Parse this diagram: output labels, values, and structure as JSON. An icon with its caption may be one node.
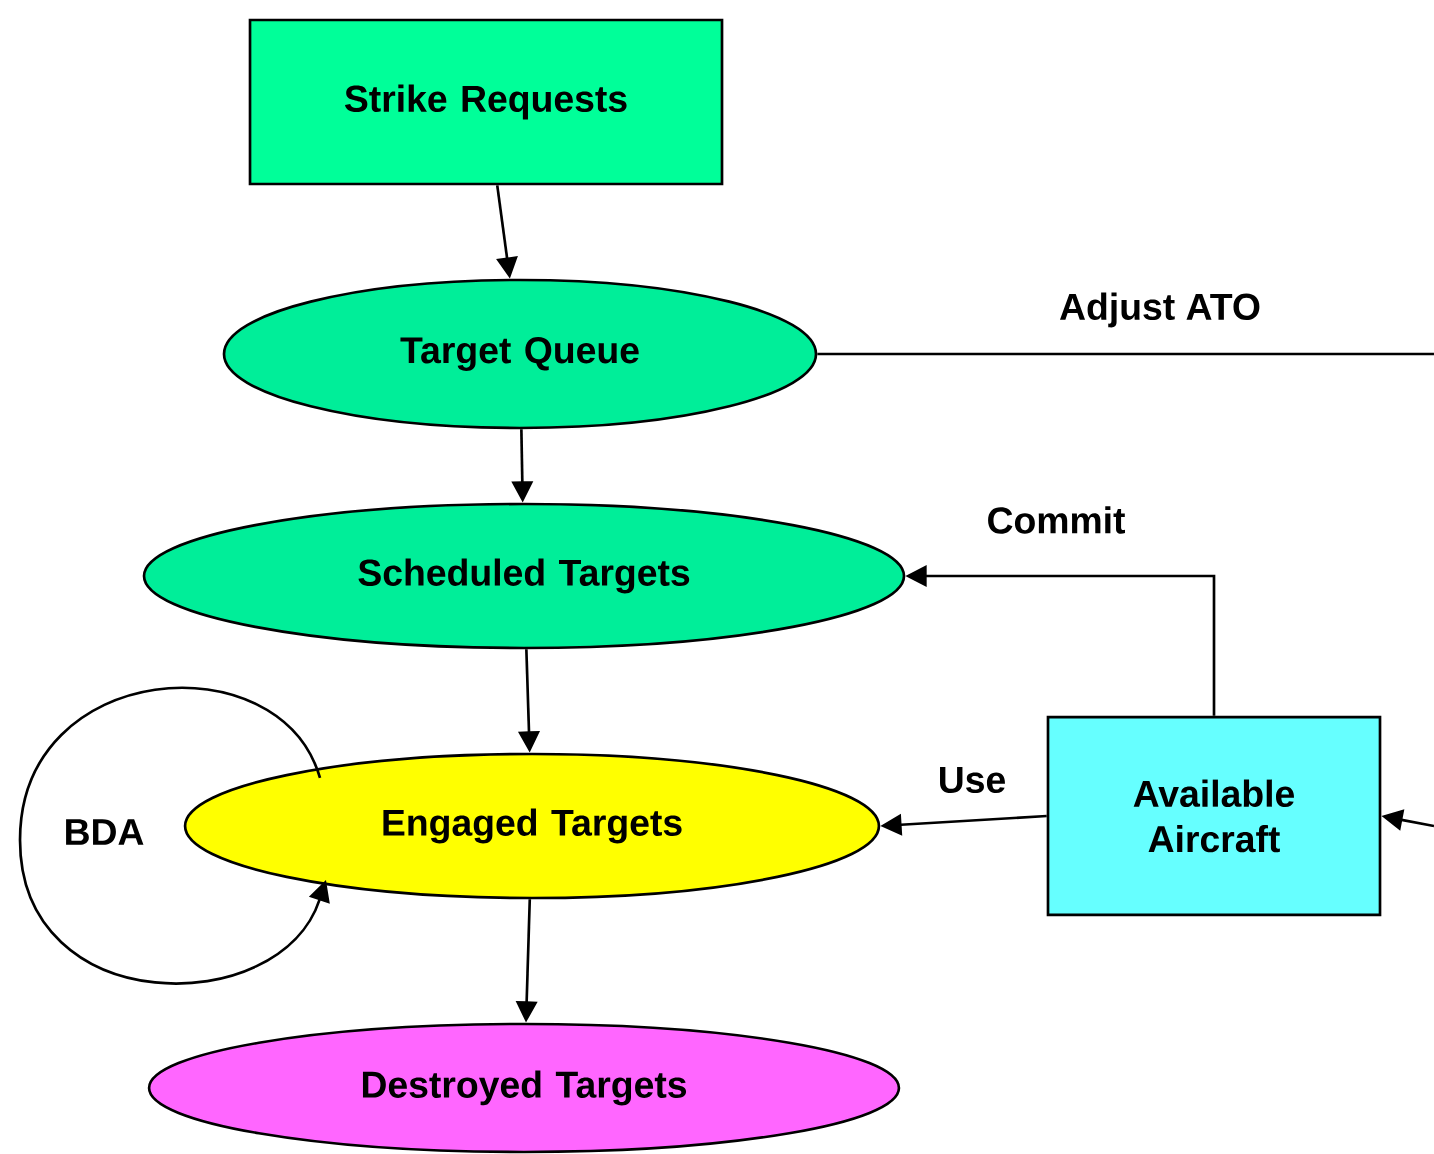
{
  "diagram": {
    "nodes": [
      {
        "text": [
          "Strike Requests"
        ]
      },
      {
        "text": [
          "Target Queue"
        ]
      },
      {
        "text": [
          "Scheduled Targets"
        ]
      },
      {
        "text": [
          "Engaged Targets"
        ]
      },
      {
        "text": [
          "Destroyed Targets"
        ]
      },
      {
        "text": [
          "Available Aircraft"
        ]
      }
    ],
    "edges": [
      {
        "from": 0,
        "to": 1,
        "arrow": "to"
      },
      {
        "from": 1,
        "to": 2,
        "arrow": "to"
      },
      {
        "from": 2,
        "to": 3,
        "arrow": "to"
      },
      {
        "from": 3,
        "to": 4,
        "arrow": "to"
      },
      {
        "from": 1,
        "to": null,
        "arrow": "none",
        "label": "Adjust ATO"
      },
      {
        "from": 5,
        "to": 2,
        "arrow": "to",
        "label": "Commit"
      },
      {
        "from": 5,
        "to": 3,
        "arrow": "to",
        "label": "Use"
      },
      {
        "from": 3,
        "to": 3,
        "arrow": "to",
        "label": "BDA"
      },
      {
        "from": null,
        "to": 5,
        "arrow": "to"
      }
    ]
  }
}
